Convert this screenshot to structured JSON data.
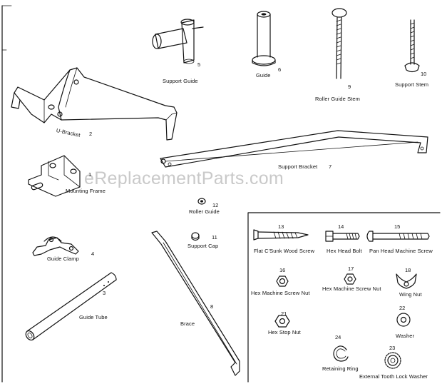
{
  "watermark": "eReplacementParts.com",
  "parts": [
    {
      "num": "1",
      "label": "Mounting Frame"
    },
    {
      "num": "2",
      "label": "U-Bracket"
    },
    {
      "num": "3",
      "label": "Guide Tube"
    },
    {
      "num": "4",
      "label": "Guide Clamp"
    },
    {
      "num": "5",
      "label": "Support Guide"
    },
    {
      "num": "6",
      "label": "Guide"
    },
    {
      "num": "7",
      "label": "Support Bracket"
    },
    {
      "num": "8",
      "label": "Brace"
    },
    {
      "num": "9",
      "label": "Roller Guide Stem"
    },
    {
      "num": "10",
      "label": "Support Stem"
    },
    {
      "num": "11",
      "label": "Support Cap"
    },
    {
      "num": "12",
      "label": "Roller Guide"
    },
    {
      "num": "13",
      "label": "Flat C'Sunk Wood Screw"
    },
    {
      "num": "14",
      "label": "Hex Head Bolt"
    },
    {
      "num": "15",
      "label": "Pan Head Machine Screw"
    },
    {
      "num": "16",
      "label": "Hex Machine Screw Nut"
    },
    {
      "num": "17",
      "label": "Hex Machine Screw Nut"
    },
    {
      "num": "18",
      "label": "Wing Nut"
    },
    {
      "num": "21",
      "label": "Hex Stop Nut"
    },
    {
      "num": "22",
      "label": "Washer"
    },
    {
      "num": "24",
      "label": "Retaining Ring"
    },
    {
      "num": "23",
      "label": "External Tooth Lock Washer"
    }
  ]
}
